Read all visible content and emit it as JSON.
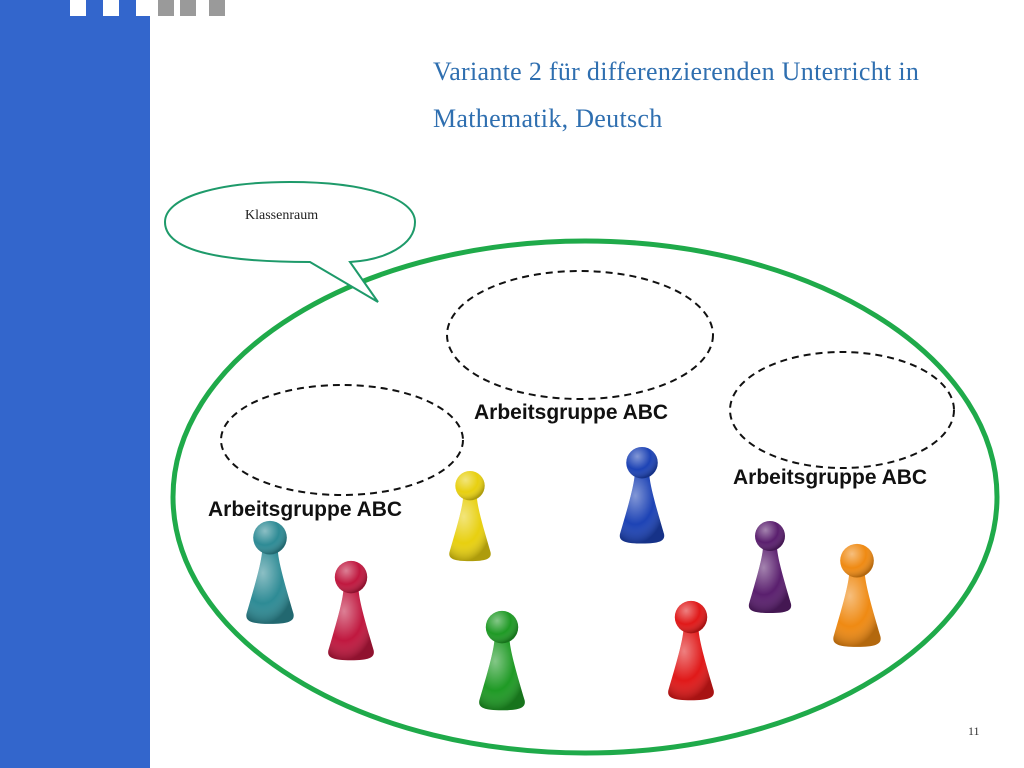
{
  "slide": {
    "title": "Variante 2 für differenzierenden Unterricht in Mathematik, Deutsch",
    "bubble_text": "Klassenraum",
    "page_number": "11"
  },
  "groups": [
    {
      "label": "Arbeitsgruppe ABC"
    },
    {
      "label": "Arbeitsgruppe ABC"
    },
    {
      "label": "Arbeitsgruppe ABC"
    }
  ],
  "colors": {
    "sidebar": "#3366cc",
    "title": "#2f6fb0",
    "classroom_ring": "#1faa4a",
    "bubble_stroke": "#1e9a6a"
  },
  "pieces": [
    {
      "name": "teal-pawn",
      "color": "#2e8b95"
    },
    {
      "name": "crimson-pawn",
      "color": "#c0183f"
    },
    {
      "name": "yellow-pawn",
      "color": "#e8d010"
    },
    {
      "name": "green-pawn",
      "color": "#1f9a25"
    },
    {
      "name": "blue-pawn",
      "color": "#1d43b5"
    },
    {
      "name": "red-pawn",
      "color": "#e01919"
    },
    {
      "name": "purple-pawn",
      "color": "#5a1f6e"
    },
    {
      "name": "orange-pawn",
      "color": "#ef8a13"
    }
  ]
}
